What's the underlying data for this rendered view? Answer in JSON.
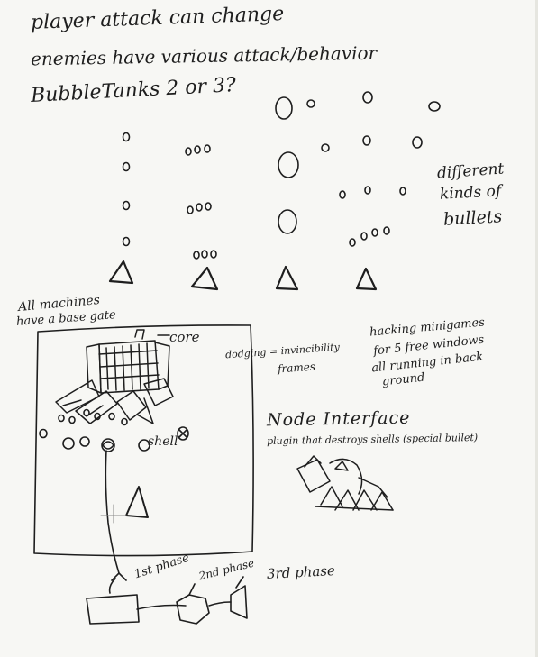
{
  "notes": {
    "line1": "player attack can change",
    "line2": "enemies have various attack/behavior",
    "line3": "BubbleTanks 2 or 3?",
    "different": "different",
    "kinds": "kinds of",
    "bullets": "bullets",
    "all_machines": "All machines",
    "have_base": "have a base gate",
    "core": "core",
    "dodging": "dodging = invincibility",
    "frames": "frames",
    "hacking1": "hacking minigames",
    "hacking2": "for 5 free windows",
    "hacking3": "all running in back",
    "hacking4": "ground",
    "node_title": "Node Interface",
    "node_sub": "plugin that destroys shells (special bullet)",
    "shell": "shell",
    "phase1": "1st phase",
    "phase2": "2nd phase",
    "phase3": "3rd phase"
  },
  "colors": {
    "ink": "#1e1e1e",
    "paper": "#f7f7f4"
  }
}
